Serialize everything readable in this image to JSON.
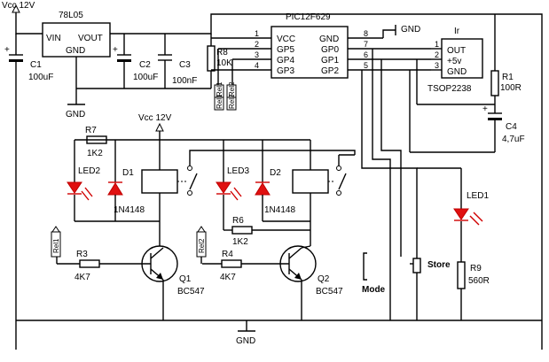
{
  "labels": {
    "vcc_top": "Vcc 12V",
    "vcc_mid": "Vcc 12V",
    "reg_name": "78L05",
    "reg_vin": "VIN",
    "reg_vout": "VOUT",
    "reg_gnd": "GND",
    "c1_name": "C1",
    "c1_val": "100uF",
    "c2_name": "C2",
    "c2_val": "100uF",
    "c3_name": "C3",
    "c3_val": "100nF",
    "gnd_left": "GND",
    "gnd_bottom": "GND",
    "gnd_top": "GND",
    "r8_name": "R8",
    "r8_val": "10K",
    "rbox_a": "Rel1",
    "rbox_b": "Rel2",
    "rbox_c": "Rel1",
    "rbox_d": "Rel2",
    "pic_name": "PIC12F629",
    "pic_vcc": "VCC",
    "pic_gp5": "GP5",
    "pic_gp4": "GP4",
    "pic_gp3": "GP3",
    "pic_gnd": "GND",
    "pic_gp0": "GP0",
    "pic_gp1": "GP1",
    "pic_gp2": "GP2",
    "pin1": "1",
    "pin2": "2",
    "pin3": "3",
    "pin4": "4",
    "pin5": "5",
    "pin6": "6",
    "pin7": "7",
    "pin8": "8",
    "ir_name": "Ir",
    "ir_out": "OUT",
    "ir_5v": "+5v",
    "ir_gnd": "GND",
    "ir_p1": "1",
    "ir_p2": "2",
    "ir_p3": "3",
    "ir_part": "TSOP2238",
    "r1_name": "R1",
    "r1_val": "100R",
    "c4_name": "C4",
    "c4_val": "4,7uF",
    "r7_name": "R7",
    "r7_val": "1K2",
    "led2_name": "LED2",
    "d1_name": "D1",
    "d1_part": "1N4148",
    "led3_name": "LED3",
    "d2_name": "D2",
    "d2_part": "1N4148",
    "r6_name": "R6",
    "r6_val": "1K2",
    "r3_name": "R3",
    "r3_val": "4K7",
    "r4_name": "R4",
    "r4_val": "4K7",
    "q1_name": "Q1",
    "q1_part": "BC547",
    "q2_name": "Q2",
    "q2_part": "BC547",
    "led1_name": "LED1",
    "r9_name": "R9",
    "r9_val": "560R",
    "store_label": "Store",
    "mode_label": "Mode"
  }
}
